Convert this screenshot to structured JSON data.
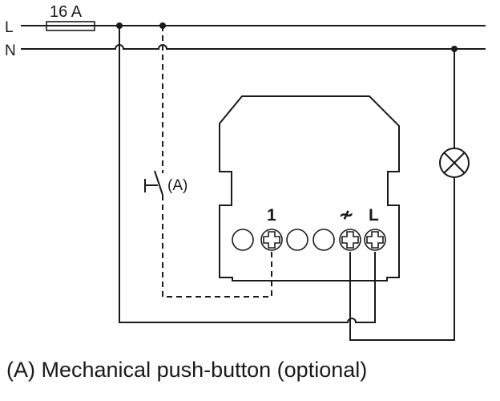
{
  "labels": {
    "line_l": "L",
    "line_n": "N",
    "fuse_rating": "16 A",
    "pushbutton_ref": "(A)",
    "terminal_1": "1",
    "terminal_load": "≁",
    "terminal_l": "L"
  },
  "legend": {
    "caption": "(A) Mechanical push-button (optional)"
  },
  "icons": {
    "fuse": "fuse-icon",
    "pushbutton": "pushbutton-switch-icon",
    "lamp": "lamp-icon",
    "screw_terminal": "screw-terminal-icon"
  }
}
